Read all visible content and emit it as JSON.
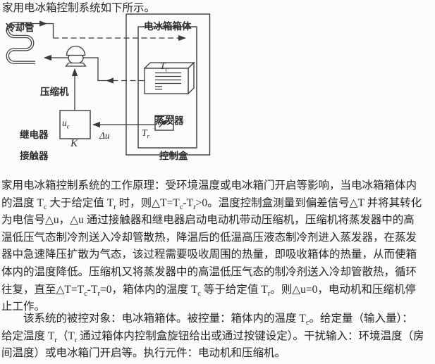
{
  "colors": {
    "ink": "#262626",
    "line_ink": "#3a3a3a",
    "background": "#fcfcfc"
  },
  "title": "家用电冰箱控制系统如下所示。",
  "diagram": {
    "labels": {
      "cooling_pipe": "冷却管",
      "fridge_body": "电冰箱箱体",
      "compressor": "压缩机",
      "relay": "继电器",
      "contactor": "接触器",
      "evaporator": "蒸发器",
      "control_box": "控制盒",
      "gain_block": "K",
      "temp_inside": "T_{c}",
      "temp_setpoint": "T_{r}",
      "control_signal": "u_{c}",
      "error_signal": "Δu"
    }
  },
  "principle_paragraph": {
    "lines": [
      "家用电冰箱控制系统的工作原理：受环境温度或电冰箱门开启等影响，当电冰箱箱体内",
      "的温度 T_{c} 大于给定值 T_{r} 时，则△T=T_{c}-T_{r}>0。温度控制盒测量到偏差信号△T 并将其转化",
      "为电信号△u，△u 通过接触器和继电器启动电动机带动压缩机，压缩机将蒸发器中的高",
      "温低压气态制冷剂送入冷却管散热，降温后的低温高压液态制冷剂进入蒸发器，在蒸发",
      "器中急速降压扩散为气态，该过程需要吸收周围的热量，即吸收箱体的热量，从而使箱",
      "体内的温度降低。压缩机又将蒸发器中的高温低压气态的制冷剂送入冷却管散热，循环",
      "往复，直至△T=T_{c}-T_{r}=0，箱体内的温度 T_{c} 等于给定值 T_{r}。则△u=0，电动机和压缩机停",
      "止工作。"
    ]
  },
  "analysis_paragraph": {
    "lines": [
      "　　该系统的被控对象：电冰箱箱体。被控量：箱体内的温度 T_{c}。给定量（输入量）：",
      "给定温度 T_{r}（T_{r} 通过箱体内控制盒旋钮给出或通过按键设定）。干扰输入：环境温度（房",
      "间温度）或电冰箱门开启等。执行元件：电动机和压缩机。"
    ]
  }
}
